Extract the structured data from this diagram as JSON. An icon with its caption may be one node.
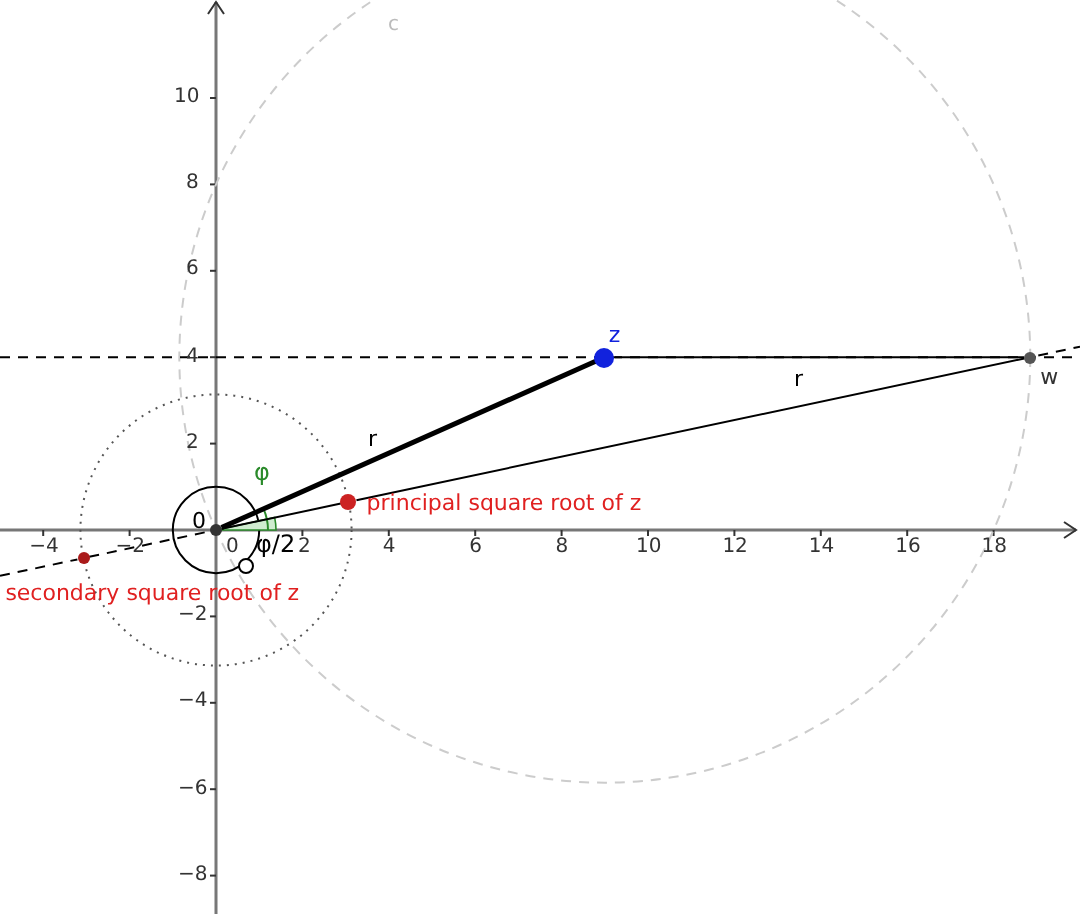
{
  "diagram": {
    "nodes": [
      {
        "text": [
          "0"
        ]
      },
      {
        "text": [
          "z"
        ]
      },
      {
        "text": [
          "w"
        ]
      },
      {
        "text": [
          "principal square root of z"
        ]
      },
      {
        "text": [
          "secondary square root of z"
        ]
      }
    ],
    "edges": [
      {
        "from": 0,
        "to": 1,
        "arrow": "none",
        "label": "r",
        "style": "thick"
      },
      {
        "from": 1,
        "to": 2,
        "arrow": "none",
        "label": "r"
      },
      {
        "from": 0,
        "to": 3,
        "arrow": "none"
      },
      {
        "from": 3,
        "to": 2,
        "arrow": "none"
      },
      {
        "from": 4,
        "to": 0,
        "arrow": "none",
        "style": "dashed"
      }
    ],
    "labels": [
      "c",
      "10",
      "8",
      "6",
      "4",
      "2",
      "φ",
      "−4",
      "−2",
      "0",
      "φ/2",
      "2",
      "4",
      "6",
      "8",
      "10",
      "12",
      "14",
      "16",
      "18",
      "−2",
      "−4",
      "−6",
      "−8"
    ]
  }
}
